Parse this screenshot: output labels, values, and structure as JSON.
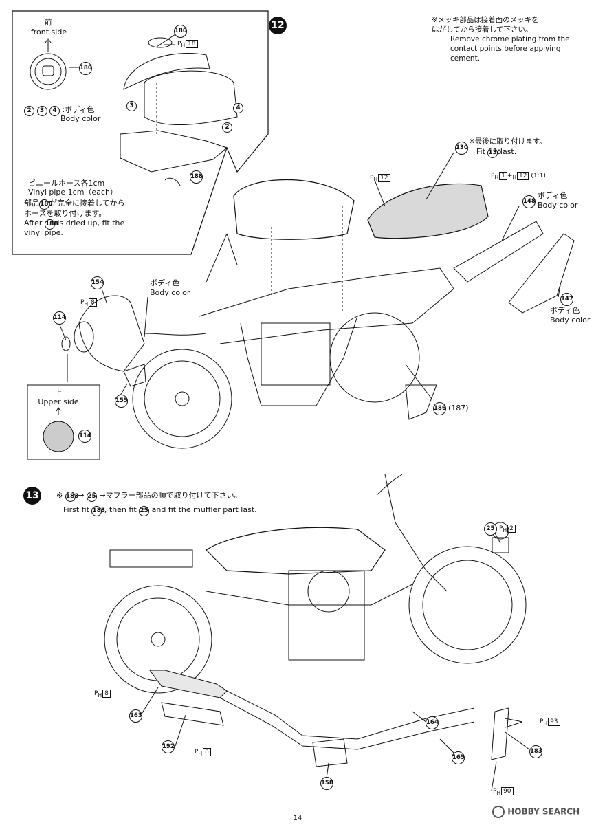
{
  "step12": {
    "number": "12",
    "note_jp": "※メッキ部品は接着面のメッキを\nはがしてから接着して下さい。",
    "note_en": "Remove chrome plating from the\ncontact points before applying cement.",
    "inset": {
      "front_jp": "前",
      "front_en": "front side",
      "body_color_parts": [
        "2",
        "3",
        "4"
      ],
      "body_color_suffix": ":ボディ色",
      "body_color_en": "Body color",
      "vinyl_jp": "ビニールホース各1cm",
      "vinyl_en": "Vinyl pipe 1cm（each）",
      "after_jp_1": "部品",
      "after_jp_2": "が完全に接着してから",
      "after_jp_3": "ホースを取り付けます。",
      "after_en_1": "After",
      "after_en_2": "is dried up, fit the",
      "after_en_3": "vinyl pipe."
    },
    "last_jp": "※最後に取り付けます。",
    "last_en_1": "Fit",
    "last_en_2": "last.",
    "ph_12": "12",
    "ph_1": "1",
    "ph_12b": "12",
    "ratio": "(1:1)",
    "body_color_jp": "ボディ色",
    "body_color_en": "Body color",
    "upper_jp": "上",
    "upper_en": "Upper side",
    "ph_8": "8",
    "ph_18": "18",
    "part_186_187_suffix": "(187)"
  },
  "step13": {
    "number": "13",
    "note_jp_prefix": "※",
    "note_jp_arrow": "→",
    "note_jp_suffix": "→マフラー部品の順で取り付けて下さい。",
    "note_en_1": "First fit",
    "note_en_2": ", then fit",
    "note_en_3": "and fit  the muffler part last.",
    "ph_2": "2",
    "ph_8a": "8",
    "ph_8b": "8",
    "ph_93": "93",
    "ph_90": "90"
  },
  "parts": {
    "p180a": "180",
    "p180b": "180",
    "p3": "3",
    "p4": "4",
    "p2": "2",
    "p188": "188",
    "p130": "130",
    "p148": "148",
    "p147": "147",
    "p154": "154",
    "p114a": "114",
    "p114b": "114",
    "p155": "155",
    "p186": "186",
    "p25": "25",
    "p163": "163",
    "p192": "192",
    "p164": "164",
    "p165": "165",
    "p183": "183",
    "p158": "158",
    "p130n": "130",
    "p188n": "188",
    "p183n": "183",
    "p25n": "25"
  },
  "footer": {
    "page_number": "14",
    "watermark_logo": "HOBBY SEARCH"
  }
}
